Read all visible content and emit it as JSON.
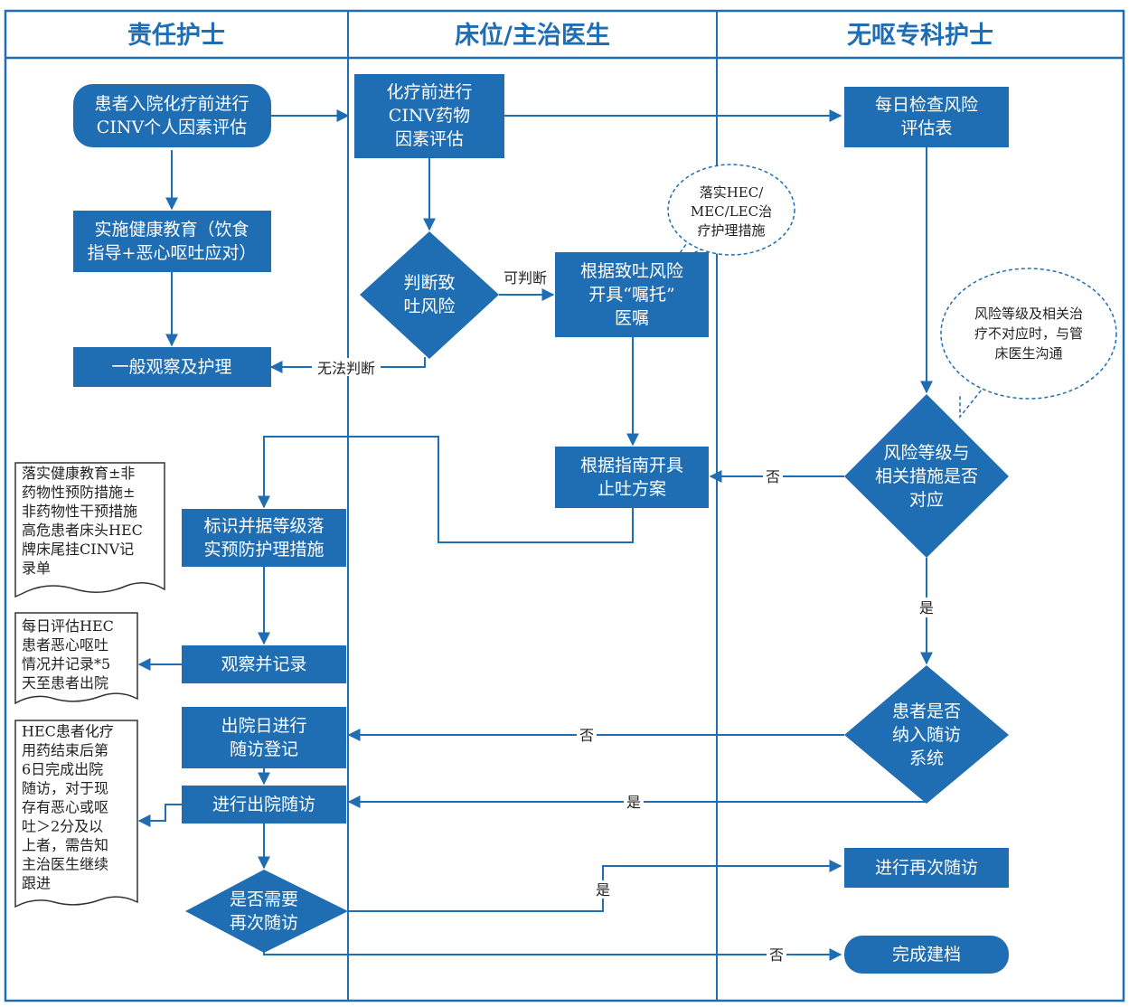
{
  "colors": {
    "primary": "#1f6db3",
    "frame": "#1f6db3",
    "lane_divider": "#1f6db3",
    "text_on_node": "#ffffff",
    "note_border": "#333333"
  },
  "lanes": [
    {
      "id": "nurse",
      "title": "责任护士"
    },
    {
      "id": "doctor",
      "title": "床位/主治医生"
    },
    {
      "id": "specialist",
      "title": "无呕专科护士"
    }
  ],
  "nodes": {
    "n1": {
      "lines": [
        "患者入院化疗前进行",
        "CINV个人因素评估"
      ]
    },
    "n2": {
      "lines": [
        "实施健康教育（饮食",
        "指导+恶心呕吐应对）"
      ]
    },
    "n3": {
      "lines": [
        "一般观察及护理"
      ]
    },
    "d1": {
      "lines": [
        "化疗前进行",
        "CINV药物",
        "因素评估"
      ]
    },
    "d2": {
      "lines": [
        "判断致",
        "吐风险"
      ]
    },
    "d3": {
      "lines": [
        "根据致吐风险",
        "开具“嘱托”",
        "医嘱"
      ]
    },
    "d4": {
      "lines": [
        "根据指南开具",
        "止吐方案"
      ]
    },
    "s1": {
      "lines": [
        "每日检查风险",
        "评估表"
      ]
    },
    "s2": {
      "lines": [
        "风险等级与",
        "相关措施是否",
        "对应"
      ]
    },
    "s3": {
      "lines": [
        "患者是否",
        "纳入随访",
        "系统"
      ]
    },
    "s4": {
      "lines": [
        "进行再次随访"
      ]
    },
    "s5": {
      "lines": [
        "完成建档"
      ]
    },
    "n4": {
      "lines": [
        "标识并据等级落",
        "实预防护理措施"
      ]
    },
    "n5": {
      "lines": [
        "观察并记录"
      ]
    },
    "n6": {
      "lines": [
        "出院日进行",
        "随访登记"
      ]
    },
    "n7": {
      "lines": [
        "进行出院随访"
      ]
    },
    "n8": {
      "lines": [
        "是否需要",
        "再次随访"
      ]
    }
  },
  "notes": {
    "doc1": {
      "lines": [
        "落实健康教育±非",
        "药物性预防措施±",
        "非药物性干预措施",
        "高危患者床头HEC",
        "牌床尾挂CINV记",
        "录单"
      ]
    },
    "doc2": {
      "lines": [
        "每日评估HEC",
        "患者恶心呕吐",
        "情况并记录*5",
        "天至患者出院"
      ]
    },
    "doc3": {
      "lines": [
        "HEC患者化疗",
        "用药结束后第",
        "6日完成出院",
        "随访，对于现",
        "存有恶心或呕",
        "吐＞2分及以",
        "上者，需告知",
        "主治医生继续",
        "跟进"
      ]
    }
  },
  "bubbles": {
    "b1": {
      "lines": [
        "落实HEC/",
        "MEC/LEC治",
        "疗护理措施"
      ]
    },
    "b2": {
      "lines": [
        "风险等级及相关治",
        "疗不对应时，与管",
        "床医生沟通"
      ]
    }
  },
  "edge_labels": {
    "can_judge": "可判断",
    "cannot_judge": "无法判断",
    "no_1": "否",
    "yes_1": "是",
    "no_2": "否",
    "yes_2": "是",
    "yes_3": "是",
    "no_3": "否"
  }
}
